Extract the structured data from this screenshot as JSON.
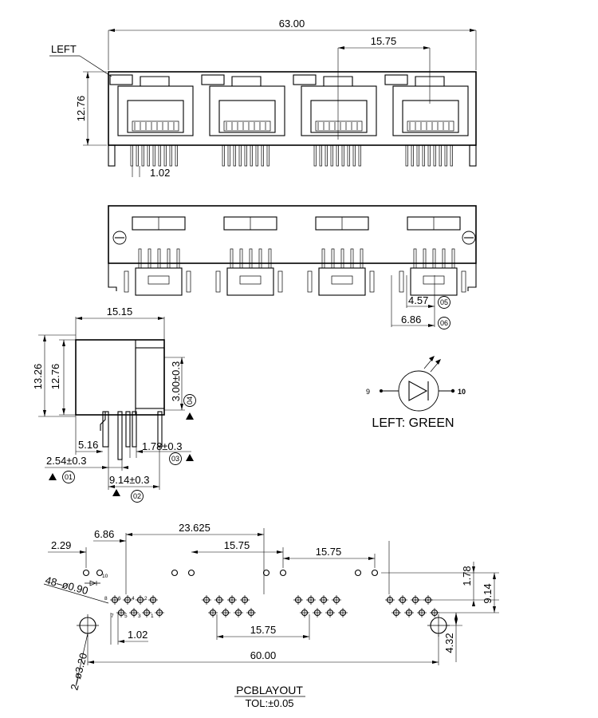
{
  "front_view": {
    "width_dim": "63.00",
    "pitch_dim": "15.75",
    "height_dim": "12.76",
    "left_label": "LEFT",
    "pin_dim": "1.02"
  },
  "rear_view": {
    "dim_a": "4.57",
    "note_a": "05",
    "dim_b": "6.86",
    "note_b": "06"
  },
  "side_view": {
    "width_dim": "15.15",
    "height_total_dim": "13.26",
    "height_body_dim": "12.76",
    "pin_length_dim": "3.00±0.3",
    "note_4": "04",
    "offset_dim": "5.16",
    "pin_spacing_dim": "1.78±0.3",
    "note_3": "03",
    "offset_2_dim": "2.54±0.3",
    "note_1": "01",
    "depth_dim": "9.14±0.3",
    "note_2": "02"
  },
  "led_symbol": {
    "pin_left": "9",
    "pin_right": "10",
    "caption": "LEFT: GREEN"
  },
  "pcb_layout": {
    "dim_229": "2.29",
    "dim_686": "6.86",
    "dim_23625": "23.625",
    "dim_1575_a": "15.75",
    "dim_1575_b": "15.75",
    "dim_1575_c": "15.75",
    "dim_178": "1.78",
    "dim_914": "9.14",
    "dim_432": "4.32",
    "dim_102": "1.02",
    "dim_6000": "60.00",
    "holes_small": "48–ø0.90",
    "holes_large": "2–ø3.20",
    "pin_label_10": "10",
    "pin_labels_top": [
      "8",
      "6",
      "4",
      "2"
    ],
    "pin_labels_bottom": [
      "7",
      "5",
      "3",
      "1"
    ],
    "title": "PCBLAYOUT",
    "tolerance": "TOL:±0.05"
  }
}
